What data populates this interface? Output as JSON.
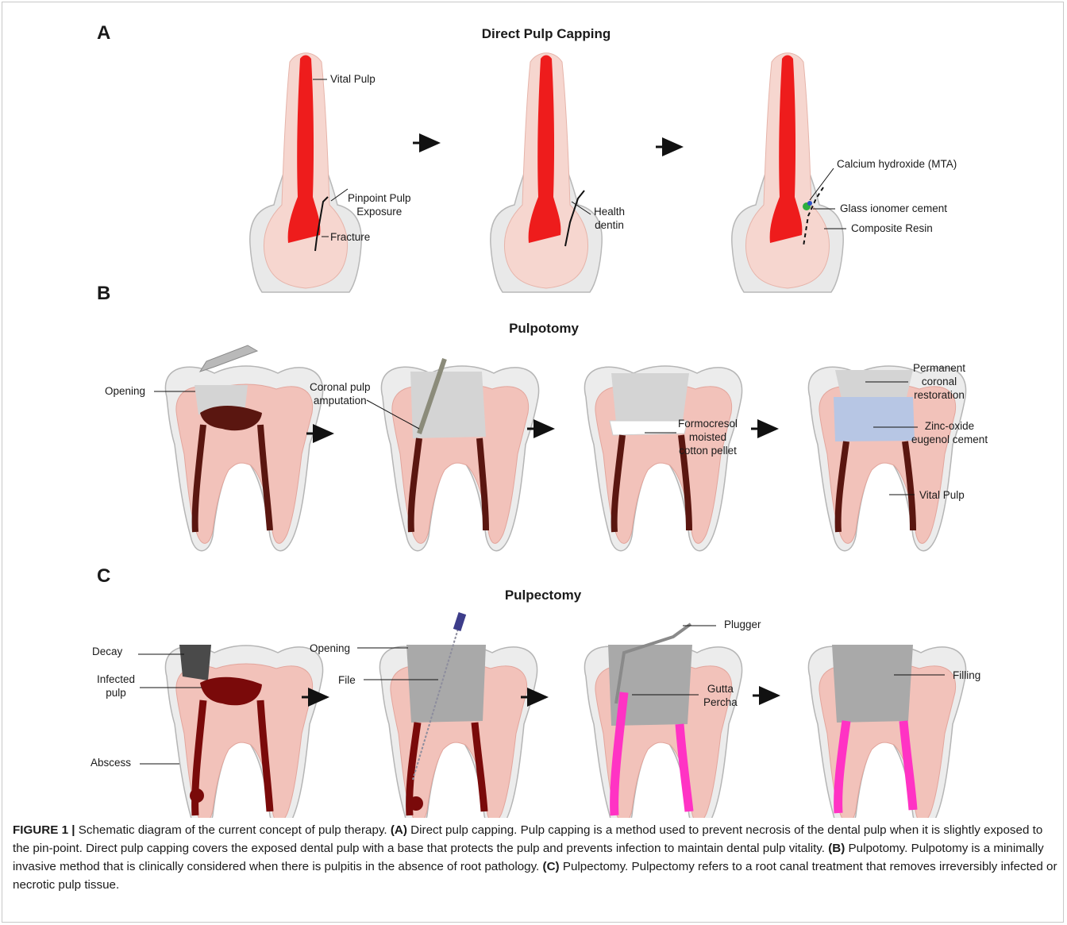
{
  "panels": {
    "a": {
      "letter": "A",
      "title": "Direct Pulp Capping",
      "labels": {
        "vital_pulp": "Vital Pulp",
        "pinpoint_1": "Pinpoint Pulp",
        "pinpoint_2": "Exposure",
        "fracture": "Fracture",
        "health_1": "Health",
        "health_2": "dentin",
        "calcium": "Calcium hydroxide (MTA)",
        "glass": "Glass ionomer cement",
        "composite": "Composite Resin"
      }
    },
    "b": {
      "letter": "B",
      "title": "Pulpotomy",
      "labels": {
        "opening": "Opening",
        "coronal_1": "Coronal pulp",
        "coronal_2": "amputation",
        "formo_1": "Formocresol",
        "formo_2": "moisted",
        "formo_3": "cotton pellet",
        "perm_1": "Permanent",
        "perm_2": "coronal",
        "perm_3": "restoration",
        "zinc_1": "Zinc-oxide",
        "zinc_2": "eugenol cement",
        "vital_pulp": "Vital Pulp"
      }
    },
    "c": {
      "letter": "C",
      "title": "Pulpectomy",
      "labels": {
        "decay": "Decay",
        "infected_1": "Infected",
        "infected_2": "pulp",
        "abscess": "Abscess",
        "opening": "Opening",
        "file": "File",
        "plugger": "Plugger",
        "gutta_1": "Gutta",
        "gutta_2": "Percha",
        "filling": "Filling"
      }
    }
  },
  "caption": {
    "figure_label": "FIGURE 1 |",
    "intro": " Schematic diagram of the current concept of pulp therapy. ",
    "a_tag": "(A)",
    "a_text": " Direct pulp capping. Pulp capping is a method used to prevent necrosis of the dental pulp when it is slightly exposed to the pin-point. Direct pulp capping covers the exposed dental pulp with a base that protects the pulp and prevents infection to maintain dental pulp vitality. ",
    "b_tag": "(B)",
    "b_text": " Pulpotomy. Pulpotomy is a minimally invasive method that is clinically considered when there is pulpitis in the absence of root pathology. ",
    "c_tag": "(C)",
    "c_text": " Pulpectomy. Pulpectomy refers to a root canal treatment that removes irreversibly infected or necrotic pulp tissue."
  },
  "colors": {
    "pulp_red": "#ee1c1c",
    "gum_pink": "#f2c2ba",
    "enamel": "#ececec",
    "filling_gray": "#a9a9a9",
    "zinc_blue": "#b7c6e4",
    "gutta_pink": "#ff33c4",
    "infected_dark": "#7a0a0a",
    "decay_dark": "#4a4a4a"
  }
}
